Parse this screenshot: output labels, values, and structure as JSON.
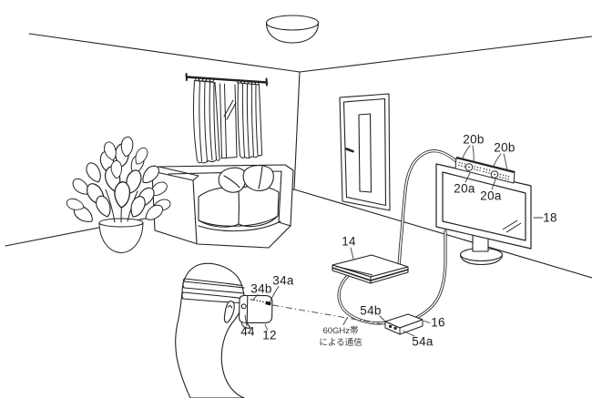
{
  "figure": {
    "description": "Patent-style line drawing of a living room with a head-mounted display system",
    "colors": {
      "background": "#ffffff",
      "ink": "#222222"
    },
    "labels": {
      "led_group_left": "20b",
      "led_group_right": "20b",
      "camera_left": "20a",
      "camera_right": "20a",
      "television": "18",
      "game_console": "14",
      "processing_unit": "16",
      "processing_unit_top_port": "54b",
      "processing_unit_front_port": "54a",
      "hmd_headband": "34b",
      "hmd_marker": "34a",
      "hmd_light": "44",
      "hmd": "12"
    },
    "annotation": {
      "line1": "60GHz帯",
      "line2": "による通信"
    }
  }
}
